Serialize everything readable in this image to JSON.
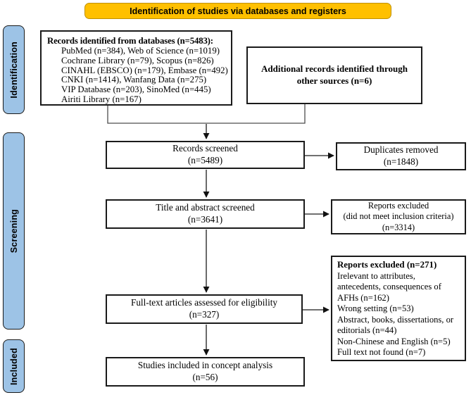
{
  "banner": {
    "label": "Identification of studies via databases and registers"
  },
  "stages": {
    "identification": "Identification",
    "screening": "Screening",
    "included": "Included"
  },
  "boxes": {
    "records_identified": {
      "title": "Records identified from databases (n=5483):",
      "lines": [
        "PubMed (n=384), Web of Science (n=1019)",
        "Cochrane Library (n=79), Scopus (n=826)",
        "CINAHL (EBSCO) (n=179), Embase (n=492)",
        "CNKI (n=1414), Wanfang Data (n=275)",
        "VIP Database (n=203), SinoMed (n=445)",
        "Airiti Library (n=167)"
      ]
    },
    "additional_records": {
      "lines": [
        "Additional records identified through",
        "other sources (n=6)"
      ]
    },
    "records_screened": {
      "lines": [
        "Records screened",
        "(n=5489)"
      ]
    },
    "duplicates_removed": {
      "lines": [
        "Duplicates removed",
        "(n=1848)"
      ]
    },
    "title_abstract_screened": {
      "lines": [
        "Title and abstract screened",
        "(n=3641)"
      ]
    },
    "reports_excluded_screening": {
      "lines": [
        "Reports excluded",
        "(did not meet inclusion criteria)",
        "(n=3314)"
      ]
    },
    "fulltext_assessed": {
      "lines": [
        "Full-text articles assessed for eligibility",
        "(n=327)"
      ]
    },
    "reports_excluded_fulltext": {
      "title": "Reports excluded (n=271)",
      "lines": [
        "Irelevant to attributes, antecedents, consequences of AFHs (n=162)",
        "Wrong setting (n=53)",
        "Abstract, books, dissertations, or editorials (n=44)",
        "Non-Chinese and English (n=5)",
        "Full text not found (n=7)"
      ]
    },
    "studies_included": {
      "lines": [
        "Studies included in concept analysis",
        "(n=56)"
      ]
    }
  },
  "colors": {
    "banner_bg": "#FFC000",
    "banner_border": "#BF9000",
    "stage_bg": "#9DC3E6",
    "box_border": "#1A1A1A",
    "arrow": "#1A1A1A"
  }
}
